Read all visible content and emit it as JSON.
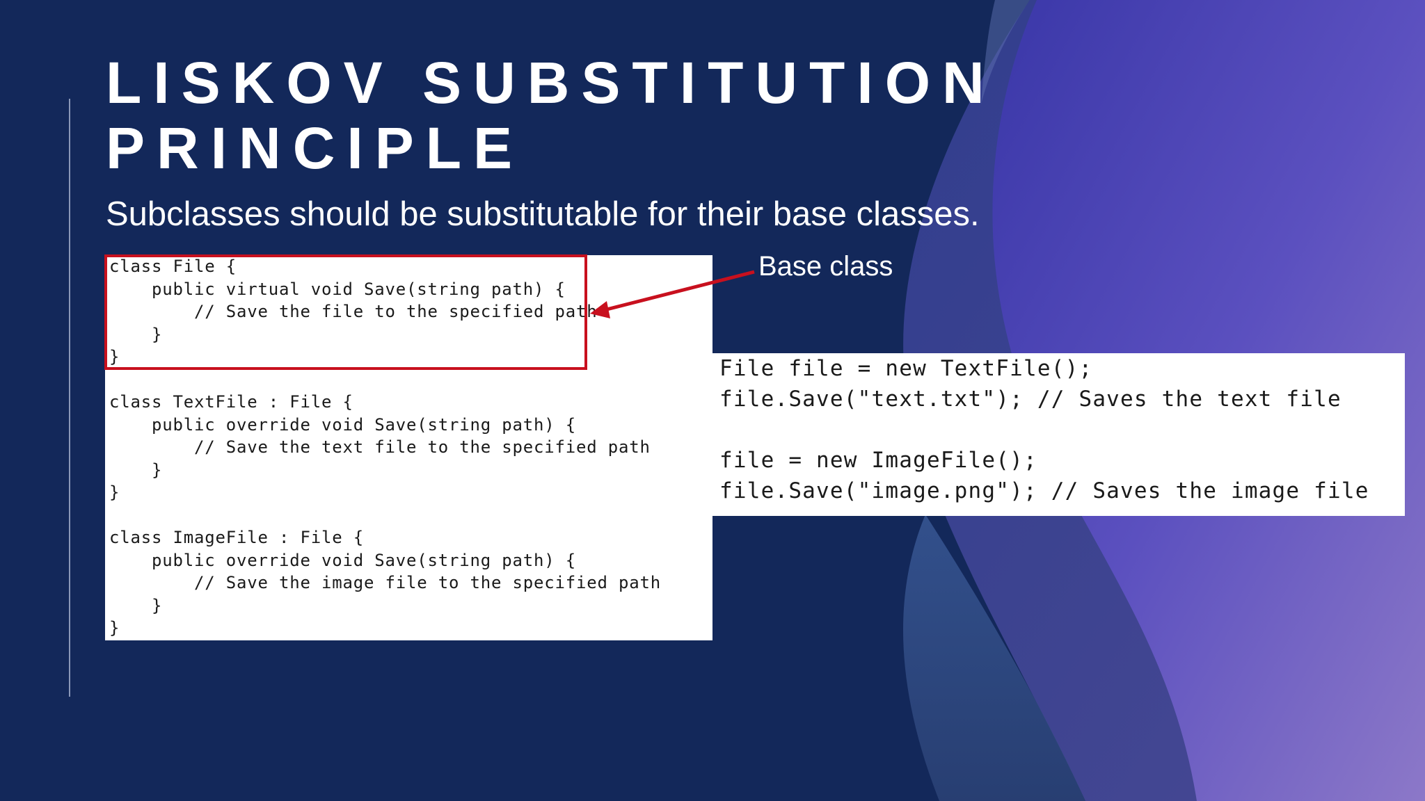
{
  "slide": {
    "title_line1": "LISKOV SUBSTITUTION",
    "title_line2": "PRINCIPLE",
    "subtitle": "Subclasses should be substitutable for their base classes.",
    "callout": "Base class"
  },
  "code_left": [
    "class File {",
    "    public virtual void Save(string path) {",
    "        // Save the file to the specified path",
    "    }",
    "}",
    "",
    "class TextFile : File {",
    "    public override void Save(string path) {",
    "        // Save the text file to the specified path",
    "    }",
    "}",
    "",
    "class ImageFile : File {",
    "    public override void Save(string path) {",
    "        // Save the image file to the specified path",
    "    }",
    "}"
  ],
  "code_right": [
    "File file = new TextFile();",
    "file.Save(\"text.txt\"); // Saves the text file",
    "",
    "file = new ImageFile();",
    "file.Save(\"image.png\"); // Saves the image file"
  ],
  "colors": {
    "background": "#13285a",
    "highlight": "#c8101e",
    "wave_primary": "#6a5cc0",
    "wave_secondary": "#4b57b4"
  }
}
